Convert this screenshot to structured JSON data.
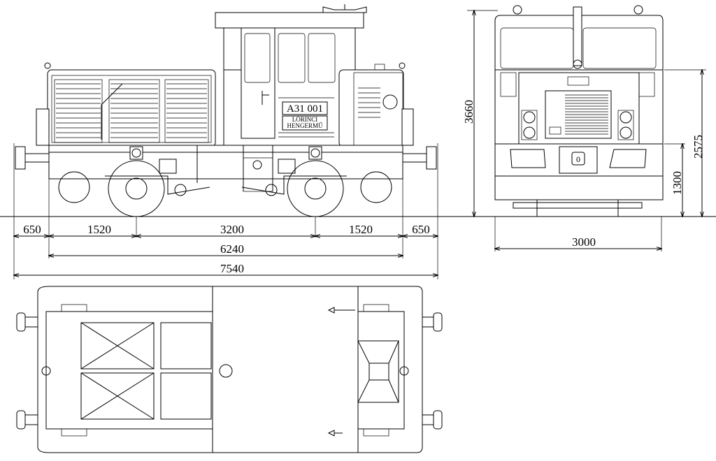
{
  "dimensions": {
    "side_view": {
      "overhang_front": "650",
      "axle_to_end_front": "1520",
      "wheelbase": "3200",
      "axle_to_end_rear": "1520",
      "overhang_rear": "650",
      "frame_length": "6240",
      "total_length": "7540"
    },
    "end_view": {
      "total_height": "3660",
      "body_height": "2575",
      "buffer_height": "1300",
      "width": "3000"
    }
  },
  "locomotive": {
    "number_plate": "A31 001",
    "owner_line1": "LŐRINCI",
    "owner_line2": "HENGERMŰ"
  },
  "end_view_buffer_label": "0"
}
